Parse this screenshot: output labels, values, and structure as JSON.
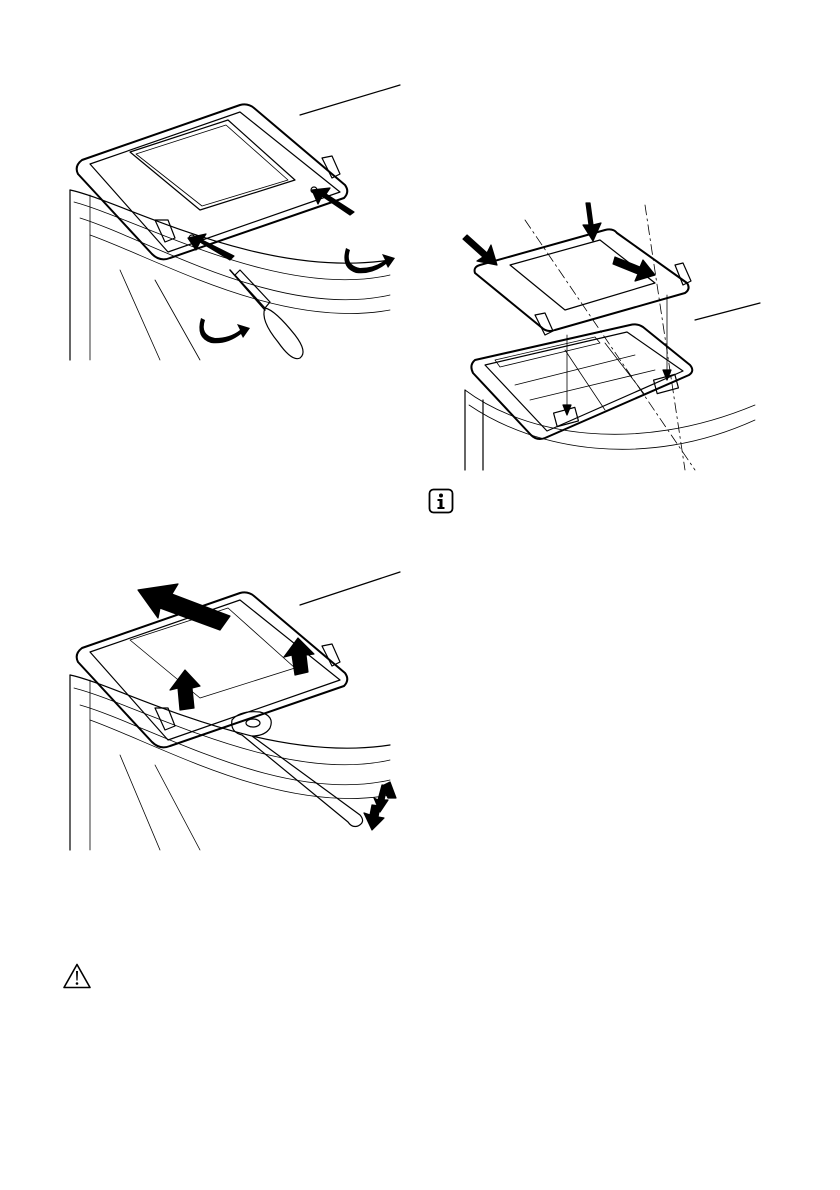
{
  "page": {
    "background": "#ffffff",
    "line_color": "#000000"
  },
  "figures": [
    {
      "id": "remove-door-with-screwdriver",
      "illustration": "oven-door-hinge-screwdriver"
    },
    {
      "id": "lift-door-off-hinges",
      "illustration": "oven-door-lift-with-tool"
    },
    {
      "id": "reassemble-door-panel",
      "illustration": "oven-door-panel-installation"
    }
  ],
  "icons": {
    "info": "info-icon",
    "warning": "warning-triangle-icon"
  }
}
